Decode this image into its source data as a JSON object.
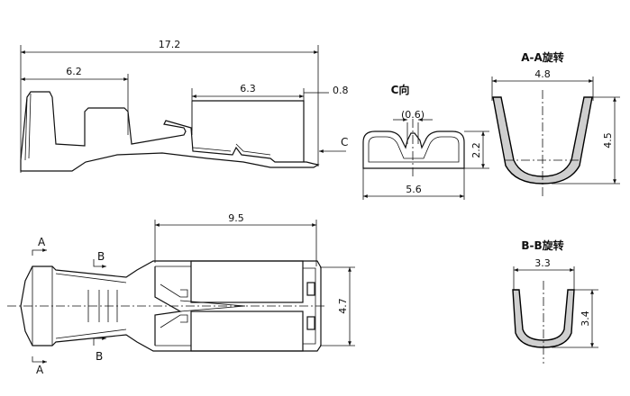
{
  "side_view": {
    "dim_overall": "17.2",
    "dim_crimp": "6.2",
    "dim_contact": "6.3",
    "dim_tip": "0.8",
    "section_mark": "C"
  },
  "c_view": {
    "title": "C向",
    "dim_slot": "(0.6)",
    "dim_height": "2.2",
    "dim_width": "5.6"
  },
  "aa_view": {
    "title": "A-A旋转",
    "dim_width": "4.8",
    "dim_height": "4.5"
  },
  "bb_view": {
    "title": "B-B旋转",
    "dim_width": "3.3",
    "dim_height": "3.4"
  },
  "top_view": {
    "dim_length": "9.5",
    "dim_width": "4.7",
    "section_a_top": "A",
    "section_a_bottom": "A",
    "section_b_top": "B",
    "section_b_bottom": "B"
  }
}
